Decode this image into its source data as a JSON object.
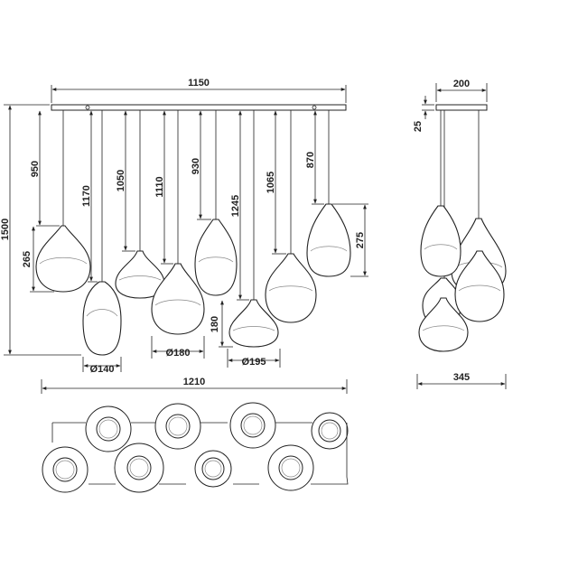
{
  "dimensions": {
    "canopy_length": "1150",
    "overall_length": "1210",
    "total_height": "1500",
    "canopy_width": "200",
    "canopy_height": "25",
    "overall_depth": "345",
    "drop_1": "950",
    "drop_2": "1170",
    "drop_3": "1050",
    "drop_4": "1110",
    "drop_5": "930",
    "drop_6": "1245",
    "drop_7": "1065",
    "drop_8": "870",
    "shade_1_height": "265",
    "shade_6_height": "180",
    "shade_8_height": "275",
    "diameter_140": "Ø140",
    "diameter_180": "Ø180",
    "diameter_195": "Ø195"
  }
}
